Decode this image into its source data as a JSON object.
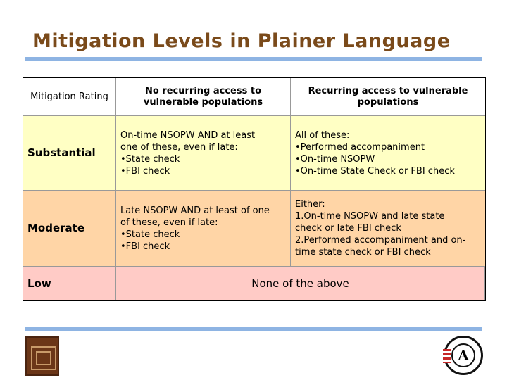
{
  "title": "Mitigation Levels in Plainer Language",
  "table": {
    "headers": [
      "Mitigation Rating",
      "No recurring access to vulnerable populations",
      "Recurring access to vulnerable populations"
    ],
    "rows": {
      "substantial": {
        "label": "Substantial",
        "no_recurring": [
          "On-time NSOPW AND at least",
          "one of these, even if late:",
          "•State check",
          "•FBI check"
        ],
        "recurring": [
          "All of these:",
          "•Performed accompaniment",
          "•On-time NSOPW",
          "•On-time State Check or FBI check"
        ]
      },
      "moderate": {
        "label": "Moderate",
        "no_recurring": [
          "Late NSOPW AND at least of one",
          "of these, even if late:",
          "•State check",
          "•FBI check"
        ],
        "recurring": [
          "Either:",
          "1.On-time NSOPW and late state",
          "check or late FBI check",
          "2.Performed accompaniment and on-",
          "time state check or FBI check"
        ]
      },
      "low": {
        "label": "Low",
        "combined": "None of the above"
      }
    }
  },
  "colors": {
    "title": "#7a4a1a",
    "rule": "#8eb4e3",
    "substantial_bg": "#ffffc4",
    "moderate_bg": "#ffd5a6",
    "low_bg": "#ffcbc6"
  },
  "logos": [
    "massachusetts-service-alliance-logo",
    "americorps-logo"
  ]
}
